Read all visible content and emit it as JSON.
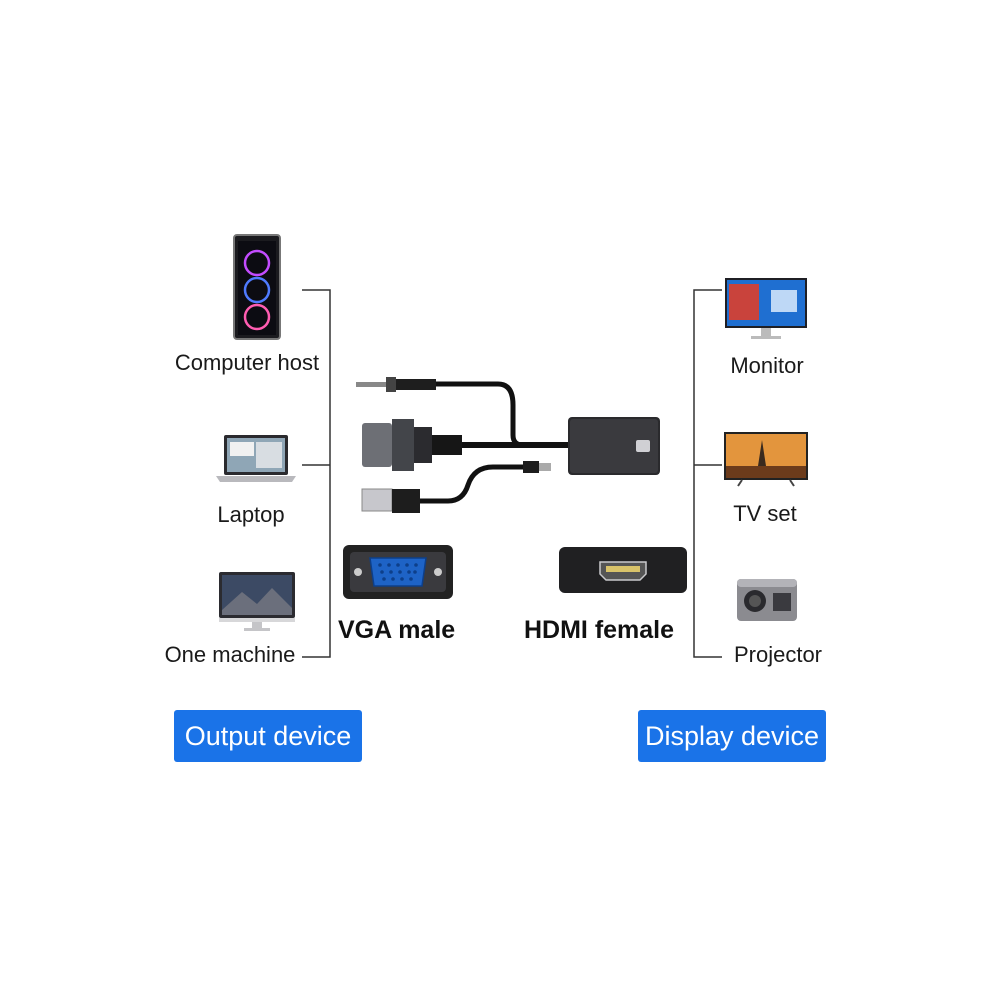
{
  "output_devices": [
    {
      "label": "Computer host",
      "icon": "computer-tower-icon"
    },
    {
      "label": "Laptop",
      "icon": "laptop-icon"
    },
    {
      "label": "One machine",
      "icon": "all-in-one-computer-icon"
    }
  ],
  "display_devices": [
    {
      "label": "Monitor",
      "icon": "monitor-icon"
    },
    {
      "label": "TV set",
      "icon": "tv-icon"
    },
    {
      "label": "Projector",
      "icon": "projector-icon"
    }
  ],
  "connectors": {
    "vga": "VGA male",
    "hdmi": "HDMI female"
  },
  "buttons": {
    "output": "Output device",
    "display": "Display device"
  },
  "colors": {
    "accent": "#1a73e8",
    "vga_port": "#1e63c6"
  }
}
